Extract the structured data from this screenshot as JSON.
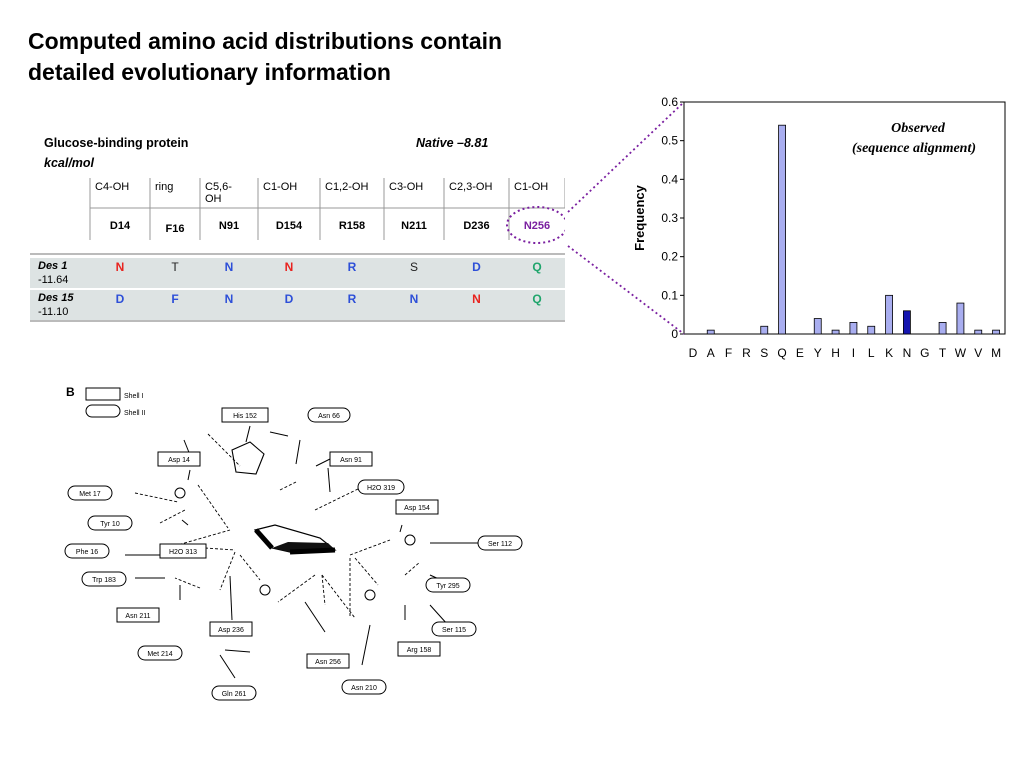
{
  "slide": {
    "title_line1": "Computed amino acid distributions contain",
    "title_line2": "detailed evolutionary information"
  },
  "table": {
    "protein_label": "Glucose-binding protein",
    "native_label": "Native –8.81",
    "unit_label": "kcal/mol",
    "columns": [
      {
        "group": [
          "C4-OH"
        ],
        "residue": "D14"
      },
      {
        "group": [
          "ring"
        ],
        "residue": "F16"
      },
      {
        "group": [
          "C5,6-",
          "OH"
        ],
        "residue": "N91"
      },
      {
        "group": [
          "C1-OH"
        ],
        "residue": "D154"
      },
      {
        "group": [
          "C1,2-OH"
        ],
        "residue": "R158"
      },
      {
        "group": [
          "C3-OH"
        ],
        "residue": "N211"
      },
      {
        "group": [
          "C2,3-OH"
        ],
        "residue": "D236"
      },
      {
        "group": [
          "C1-OH"
        ],
        "residue": "N256",
        "highlight": true
      }
    ],
    "designs": [
      {
        "name": "Des 1",
        "energy": "-11.64",
        "aa": [
          {
            "v": "N",
            "c": "#e8231f"
          },
          {
            "v": "T",
            "c": "#222222"
          },
          {
            "v": "N",
            "c": "#2d4fd8"
          },
          {
            "v": "N",
            "c": "#e8231f"
          },
          {
            "v": "R",
            "c": "#2d4fd8"
          },
          {
            "v": "S",
            "c": "#222222"
          },
          {
            "v": "D",
            "c": "#2d4fd8"
          },
          {
            "v": "Q",
            "c": "#1fa56c"
          }
        ]
      },
      {
        "name": "Des 15",
        "energy": "-11.10",
        "aa": [
          {
            "v": "D",
            "c": "#2d4fd8"
          },
          {
            "v": "F",
            "c": "#2d4fd8"
          },
          {
            "v": "N",
            "c": "#2d4fd8"
          },
          {
            "v": "D",
            "c": "#2d4fd8"
          },
          {
            "v": "R",
            "c": "#2d4fd8"
          },
          {
            "v": "N",
            "c": "#2d4fd8"
          },
          {
            "v": "N",
            "c": "#e8231f"
          },
          {
            "v": "Q",
            "c": "#1fa56c"
          }
        ]
      }
    ],
    "highlight_color": "#7a1fa0",
    "row_bg": "#dde3e3"
  },
  "chart_data": {
    "type": "bar",
    "categories": [
      "D",
      "A",
      "F",
      "R",
      "S",
      "Q",
      "E",
      "Y",
      "H",
      "I",
      "L",
      "K",
      "N",
      "G",
      "T",
      "W",
      "V",
      "M"
    ],
    "values": [
      0,
      0.01,
      0,
      0,
      0.02,
      0.54,
      0,
      0.04,
      0.01,
      0.03,
      0.02,
      0.1,
      0.06,
      0,
      0.03,
      0.08,
      0.01,
      0.01
    ],
    "highlight_category": "N",
    "ylabel": "Frequency",
    "ylim": [
      0,
      0.6
    ],
    "yticks": [
      0,
      0.1,
      0.2,
      0.3,
      0.4,
      0.5,
      0.6
    ],
    "ytick_labels": [
      "0",
      "0.1",
      "0.2",
      "0.3",
      "0.4",
      "0.5",
      "0.6"
    ],
    "annotation_line1": "Observed",
    "annotation_line2": "(sequence alignment)",
    "bar_color": "#a9aef0",
    "highlight_color": "#1515b0",
    "grid": false
  },
  "schematic": {
    "panel_label": "B",
    "legend_shell1": "Shell  I",
    "legend_shell2": "Shell  II",
    "shell1_boxes": [
      "His 152",
      "Asp 14",
      "Asp 154",
      "Asn 91",
      "H2O 313",
      "Asn 211",
      "Asp 236",
      "Arg 158",
      "Asn 256"
    ],
    "shell2_ovals": [
      "Asn 66",
      "H2O 319",
      "Met 17",
      "Tyr 10",
      "Phe 16",
      "Trp 183",
      "Met 214",
      "Gln 261",
      "Asn 210",
      "Tyr 295",
      "Ser 115",
      "Ser 112"
    ]
  }
}
